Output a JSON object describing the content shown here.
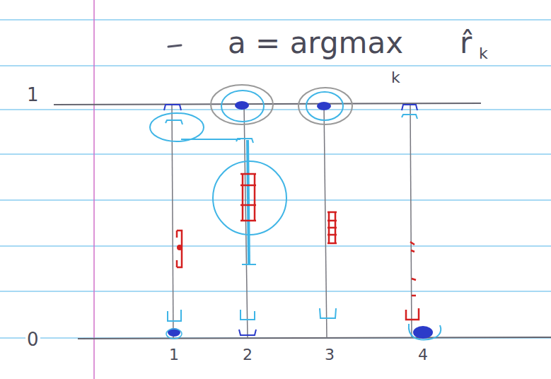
{
  "diagram": {
    "labels": [
      "a = argmax",
      "r̂",
      "k",
      "k",
      "1",
      "0",
      "1",
      "2",
      "3",
      "4"
    ]
  }
}
